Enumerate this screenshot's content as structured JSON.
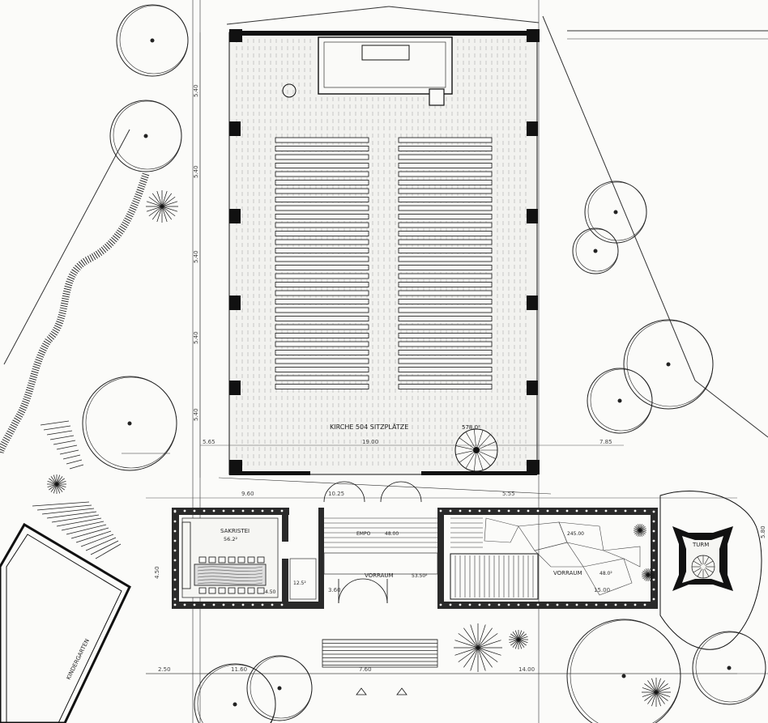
{
  "labels": {
    "main_hall": "KIRCHE 504 SITZPLÄTZE",
    "main_hall_area": "578.0²",
    "sacristy": "SAKRISTEI",
    "sacristy_area": "56.2²",
    "small_room_area": "12.5²",
    "small_room_dim": "4.50",
    "vestibule_left": "VORRAUM",
    "vestibule_left_area": "53.50²",
    "vestibule_upper_area": "48.00",
    "vestibule_upper_prefix": "EMPO",
    "vestibule_right": "VORRAUM",
    "vestibule_right_area": "48.0²",
    "vestibule_right_top": "245.00",
    "tower": "TURM",
    "kindergarten": "KINDERGARTEN"
  },
  "dimensions": {
    "hall_width": "19.00",
    "left_margin": "5.65",
    "right_margin": "7.85",
    "side_span_1": "5.40",
    "side_span_2": "5.40",
    "side_span_3": "5.40",
    "side_span_4": "5.40",
    "side_span_5": "5.40",
    "front_left": "9.60",
    "front_mid": "10.25",
    "front_right": "5.55",
    "right_wing": "15.00",
    "bottom_1": "2.50",
    "bottom_2": "11.60",
    "bottom_3": "7.60",
    "bottom_4": "14.00",
    "left_entrance": "4.50",
    "tower_dim": "5.80",
    "vestibule_depth": "3.60"
  },
  "colors": {
    "ink": "#1a1a1a",
    "paper": "#fbfbf9",
    "hatch": "#9a9a9a"
  }
}
